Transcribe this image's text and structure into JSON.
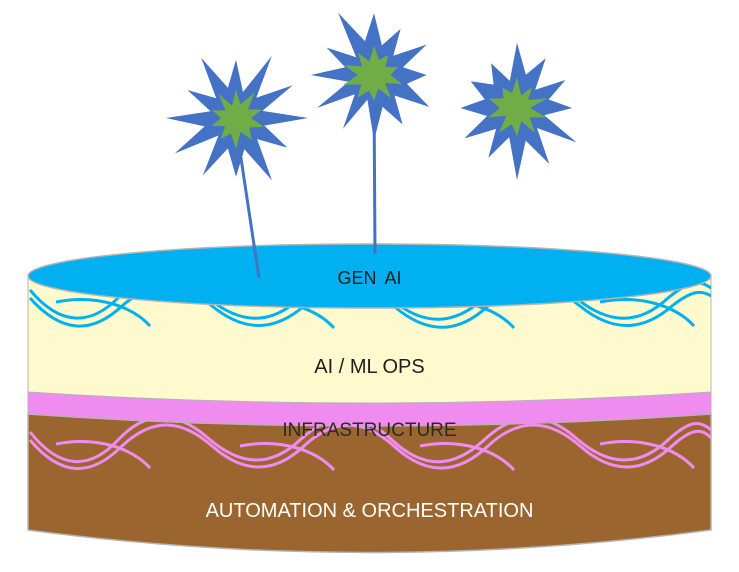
{
  "layers": {
    "gen_ai": "GEN  AI",
    "ai_ml_ops": "AI / ML OPS",
    "infrastructure": "INFRASTRUCTURE",
    "automation": "AUTOMATION & ORCHESTRATION"
  },
  "colors": {
    "gen_ai_top": "#00b0f0",
    "ai_ml_ops_band": "#fffacd",
    "infrastructure_band": "#f08cf0",
    "automation_band": "#9b6530",
    "outline": "#b4b4b4",
    "star_outer": "#4472c4",
    "star_inner": "#70ad47",
    "stem": "#4472c4",
    "blue_swirl": "#00b0f0",
    "pink_swirl": "#f08cf0"
  },
  "icons": {
    "flowers": [
      "star-burst-icon",
      "star-burst-icon",
      "star-burst-icon"
    ]
  }
}
